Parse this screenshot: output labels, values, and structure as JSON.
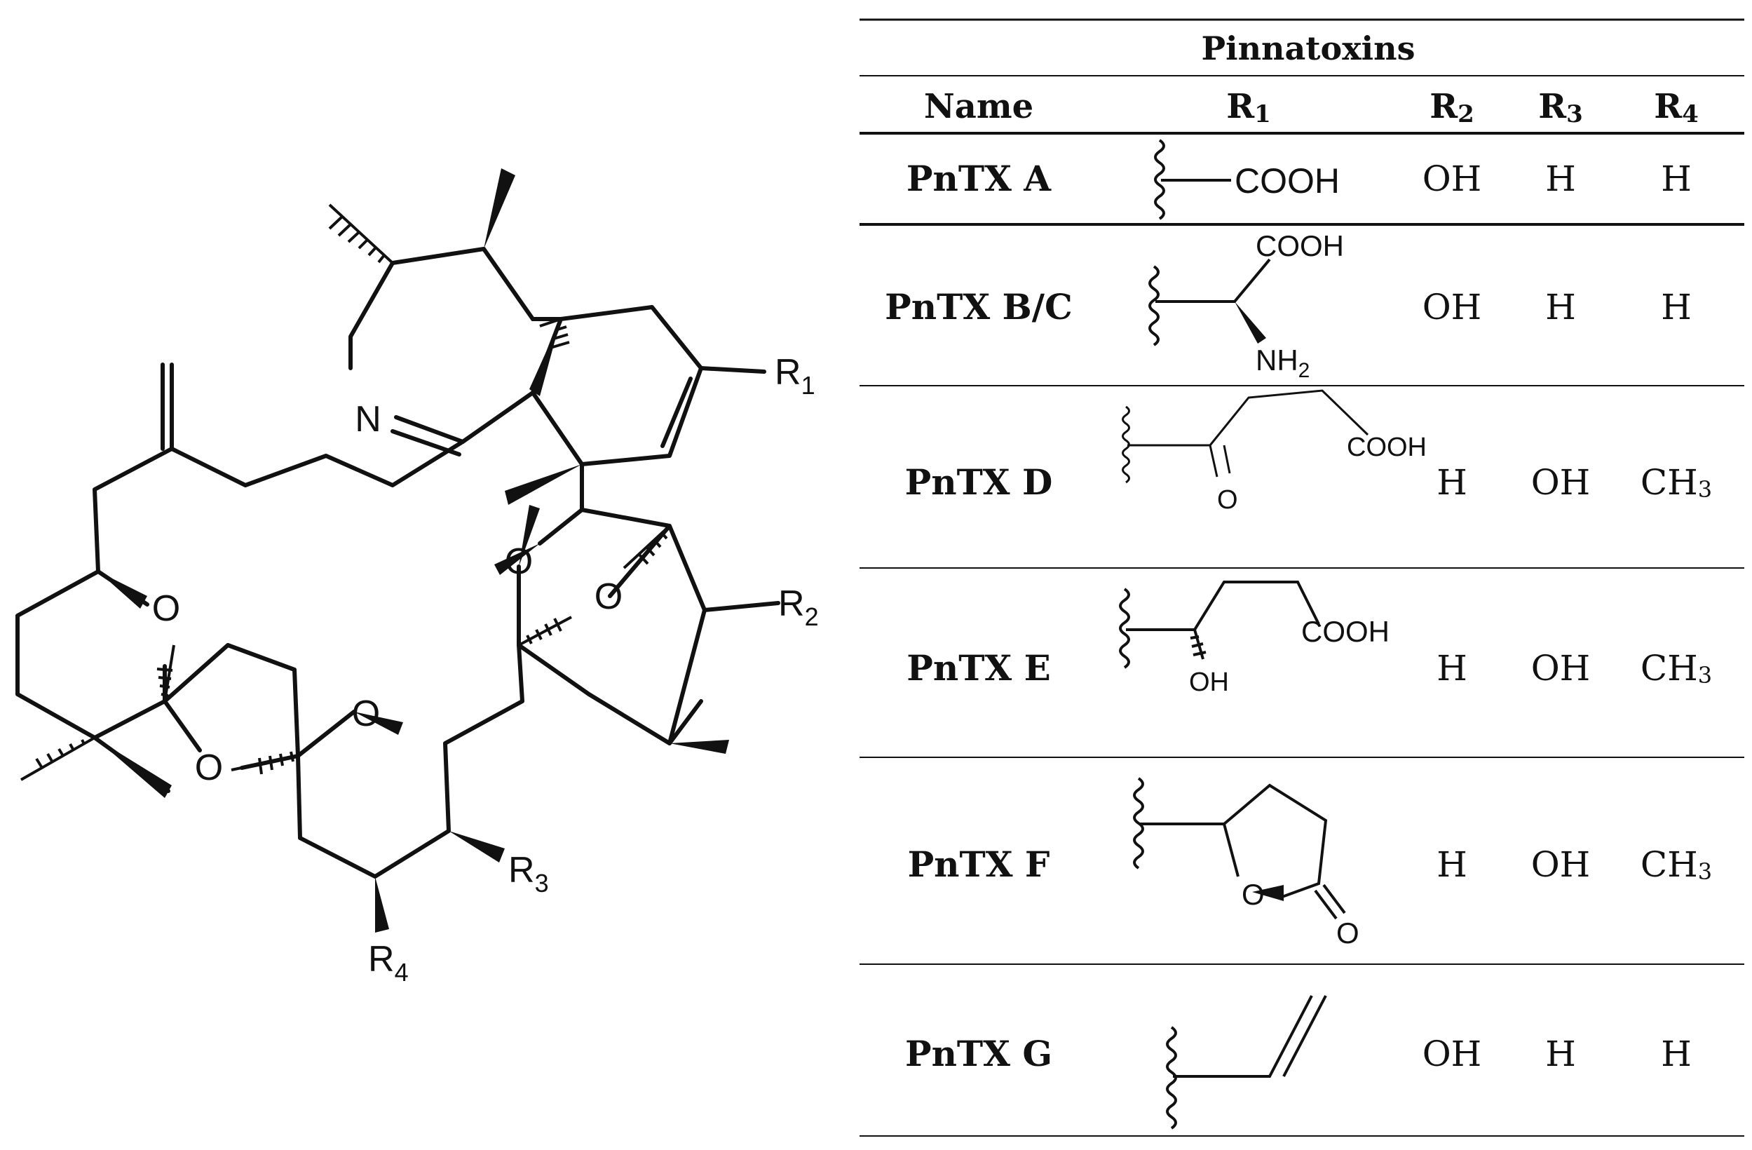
{
  "structure": {
    "labels": {
      "r1": "R",
      "r1_sub": "1",
      "r2": "R",
      "r2_sub": "2",
      "r3": "R",
      "r3_sub": "3",
      "r4": "R",
      "r4_sub": "4",
      "n": "N",
      "o": "O"
    }
  },
  "table": {
    "title": "Pinnatoxins",
    "headers": {
      "name": "Name",
      "r1": "R",
      "r1_sub": "1",
      "r2": "R",
      "r2_sub": "2",
      "r3": "R",
      "r3_sub": "3",
      "r4": "R",
      "r4_sub": "4"
    },
    "rows": [
      {
        "name": "PnTX A",
        "r2": "OH",
        "r3": "H",
        "r4": "H",
        "r1_text": {
          "cooh": "COOH"
        }
      },
      {
        "name": "PnTX B/C",
        "r2": "OH",
        "r3": "H",
        "r4": "H",
        "r1_text": {
          "cooh": "COOH",
          "nh": "NH",
          "nh_sub": "2"
        }
      },
      {
        "name": "PnTX D",
        "r2": "H",
        "r3": "OH",
        "r4": "CH",
        "r4_sub": "3",
        "r1_text": {
          "cooh": "COOH",
          "o": "O"
        }
      },
      {
        "name": "PnTX E",
        "r2": "H",
        "r3": "OH",
        "r4": "CH",
        "r4_sub": "3",
        "r1_text": {
          "cooh": "COOH",
          "oh": "OH"
        }
      },
      {
        "name": "PnTX F",
        "r2": "H",
        "r3": "OH",
        "r4": "CH",
        "r4_sub": "3",
        "r1_text": {
          "o_ring": "O",
          "o_keto": "O"
        }
      },
      {
        "name": "PnTX G",
        "r2": "OH",
        "r3": "H",
        "r4": "H",
        "r1_text": {}
      }
    ]
  }
}
